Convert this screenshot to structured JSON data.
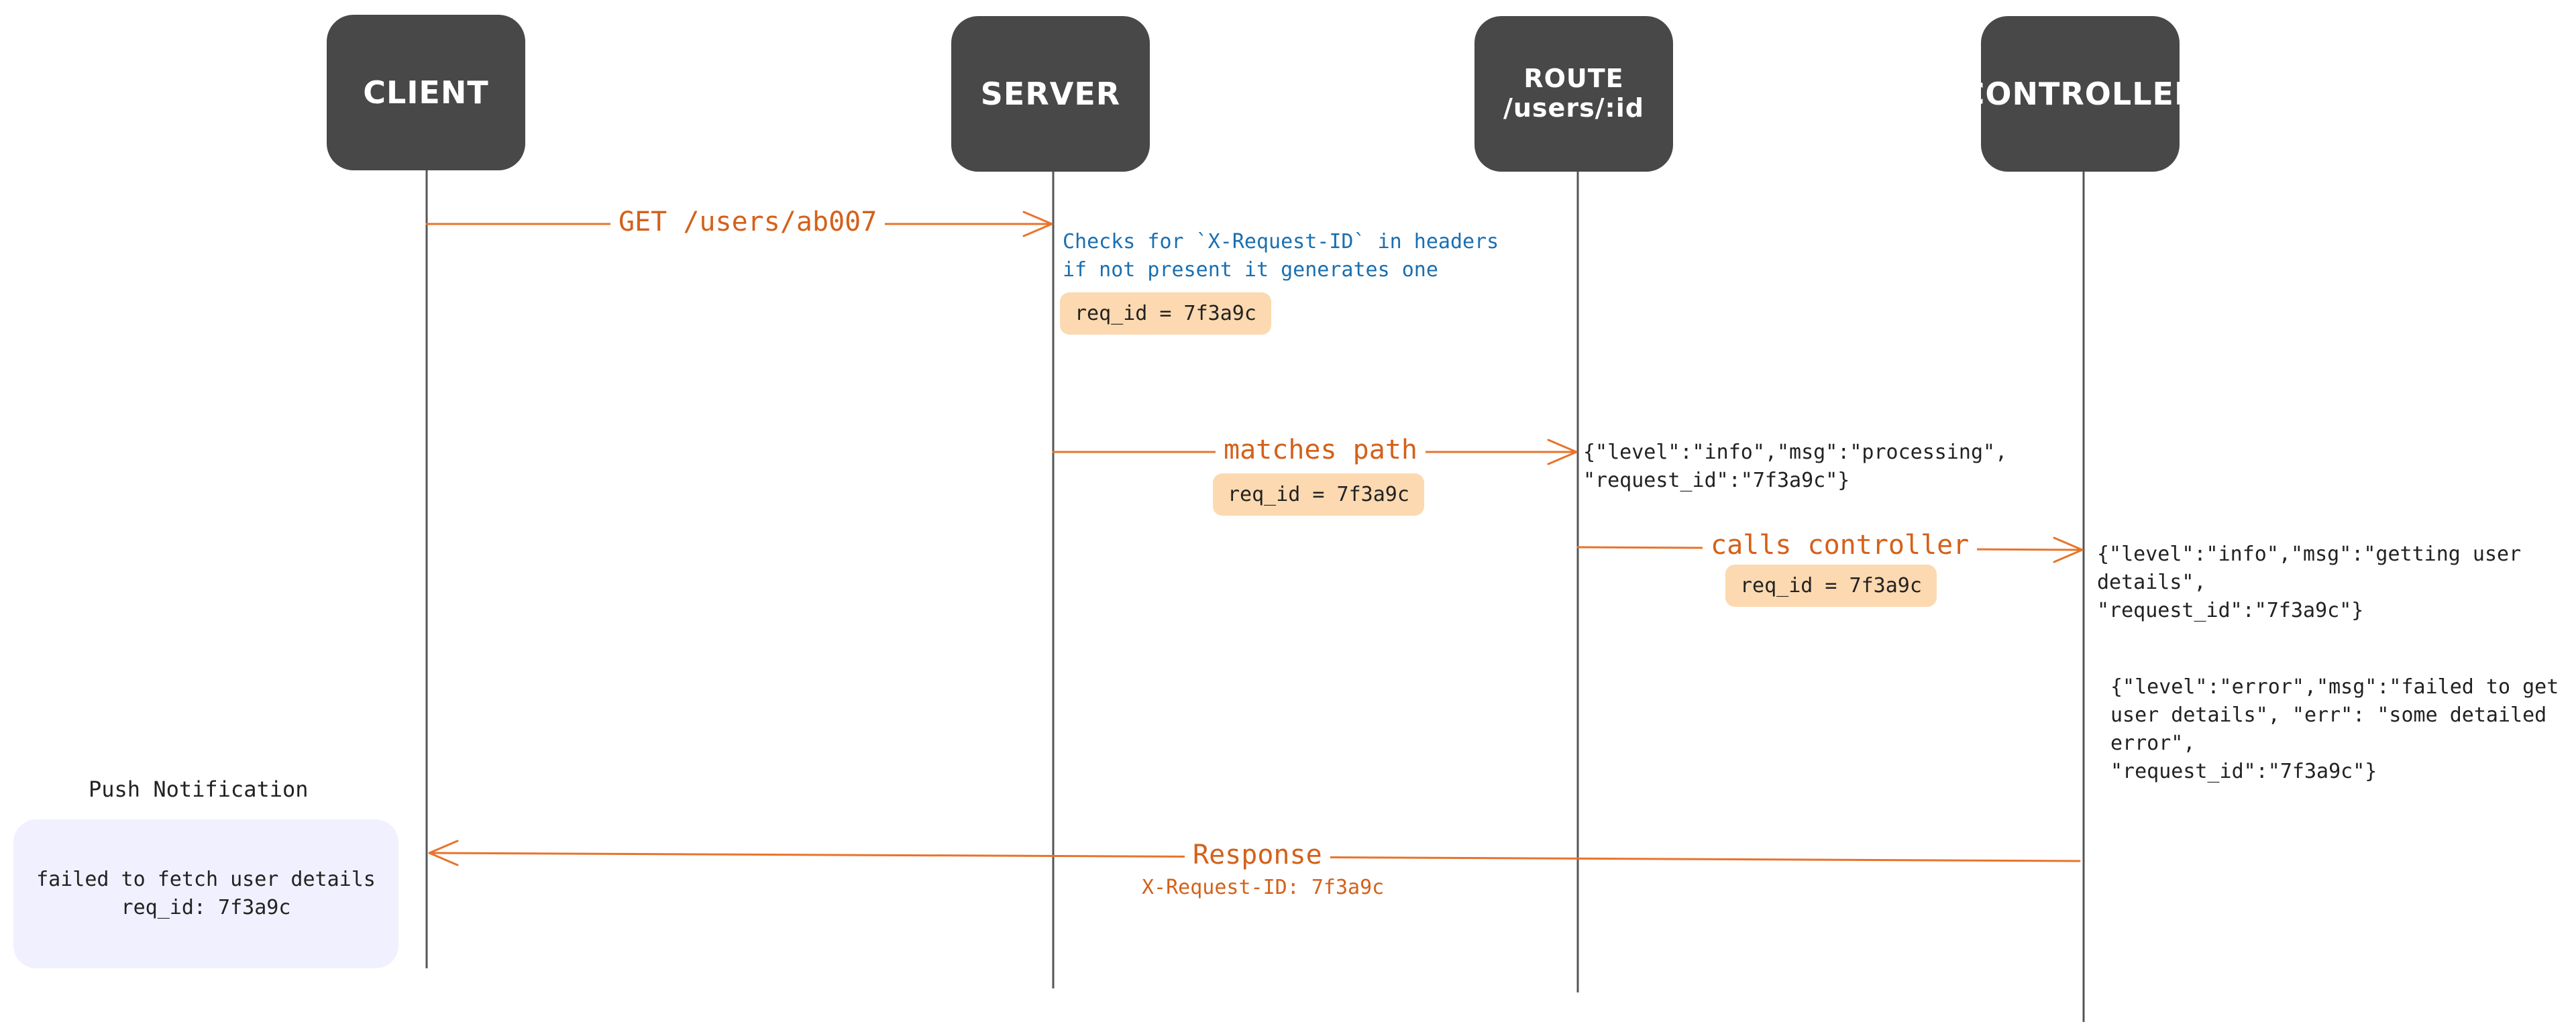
{
  "actors": {
    "client": "CLIENT",
    "server": "SERVER",
    "route_line1": "ROUTE",
    "route_line2": "/users/:id",
    "controller": "CONTROLLER"
  },
  "messages": {
    "get_request": "GET /users/ab007",
    "matches_path": "matches path",
    "calls_controller": "calls controller",
    "response": "Response",
    "response_header": "X-Request-ID: 7f3a9c"
  },
  "server_note": "Checks for `X-Request-ID` in headers\nif not present it generates one",
  "req_id_pill": "req_id = 7f3a9c",
  "logs": {
    "route_processing": "{\"level\":\"info\",\"msg\":\"processing\",\n\"request_id\":\"7f3a9c\"}",
    "controller_info": "{\"level\":\"info\",\"msg\":\"getting user\ndetails\",\n\"request_id\":\"7f3a9c\"}",
    "controller_error": "{\"level\":\"error\",\"msg\":\"failed to get\nuser details\", \"err\": \"some detailed\nerror\",\n\"request_id\":\"7f3a9c\"}"
  },
  "push_notification": {
    "title": "Push Notification",
    "body": "failed to fetch user details\nreq_id: 7f3a9c"
  },
  "colors": {
    "actor_fill": "#484848",
    "arrow": "#e8742a",
    "message_text": "#d4611a",
    "note_text": "#1a6fb0",
    "pill_fill": "#fcd9b0",
    "push_box_fill": "#f1f0fe"
  }
}
